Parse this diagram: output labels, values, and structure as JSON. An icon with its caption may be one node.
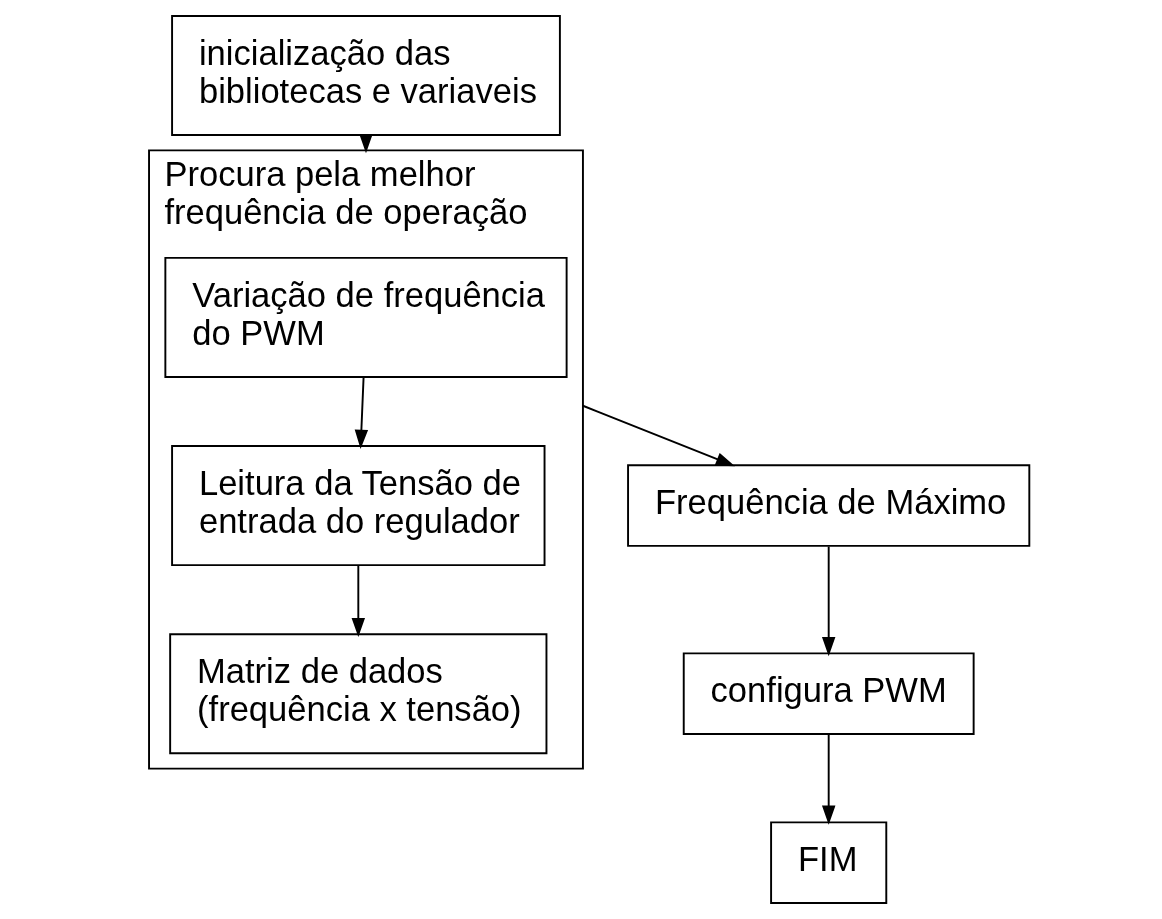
{
  "diagram": {
    "nodes": [
      {
        "text": [
          "inicialização das bibliotecas e variaveis"
        ]
      },
      {
        "text": [
          "Procura pela melhor frequência de operação"
        ]
      },
      {
        "text": [
          "Variação de frequência do PWM"
        ],
        "in": 1
      },
      {
        "text": [
          "Leitura da Tensão de entrada do regulador"
        ],
        "in": 1
      },
      {
        "text": [
          "Matriz de dados (frequência x tensão)"
        ],
        "in": 1
      },
      {
        "text": [
          "Frequência de Máximo"
        ]
      },
      {
        "text": [
          "configura PWM"
        ]
      },
      {
        "text": [
          "FIM"
        ]
      }
    ],
    "edges": [
      {
        "from": 0,
        "to": 1,
        "arrow": "to"
      },
      {
        "from": 2,
        "to": 3,
        "arrow": "to"
      },
      {
        "from": 3,
        "to": 4,
        "arrow": "to"
      },
      {
        "from": 1,
        "to": 5,
        "arrow": "to"
      },
      {
        "from": 5,
        "to": 6,
        "arrow": "to"
      },
      {
        "from": 6,
        "to": 7,
        "arrow": "to"
      }
    ]
  }
}
